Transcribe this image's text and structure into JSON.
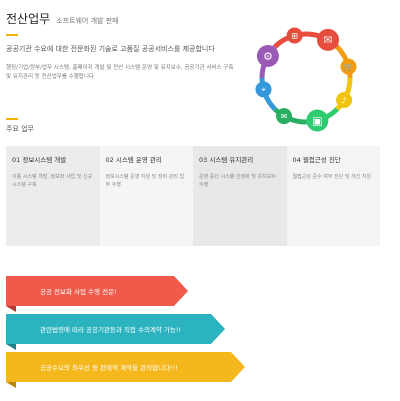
{
  "header": {
    "title": "전산업무",
    "subtitle": "소프트웨어 개발 판매"
  },
  "lead": "공공기관 수요에 대한 전문화된 기술로 고품질 공공서비스를 제공합니다",
  "description": "행정/기업/정부/업무 시스템, 홈페이지 개발 및 전산 시스템 운영 및 유지보수, 공공기관 서비스 구축 및 유지관리 등 전산업무를 수행합니다",
  "section_title": "주요 업무",
  "cards": [
    {
      "title": "01 정보시스템 개발",
      "body": "각종 시스템 개발, 정보화 사업 및 신규 시스템 구축"
    },
    {
      "title": "02 시스템 운영 관리",
      "body": "정보시스템 운영 지원 및 장비 관리 업무 수행"
    },
    {
      "title": "03 시스템 유지관리",
      "body": "운영 중인 시스템 안정화 및 유지보수 수행"
    },
    {
      "title": "04 웹접근성 진단",
      "body": "웹접근성 준수 여부 진단 및 개선 지원"
    }
  ],
  "ribbons": [
    {
      "label": "공공 전보화 사업 수행 전문!",
      "color": "#ef5a4a",
      "dark": "#b23a2e"
    },
    {
      "label": "관련법령에 따라 공공기관등과 직접 수의계약 가능!!",
      "color": "#2bb3c0",
      "dark": "#1c7f89"
    },
    {
      "label": "공공수요의 최우선 등 판매적 계약을 관리합니다!!!",
      "color": "#f5b81c",
      "dark": "#b8860b"
    }
  ],
  "ring": {
    "colors": [
      "#e84c3d",
      "#f39c12",
      "#f1c40f",
      "#2ecc71",
      "#27ae60",
      "#3498db",
      "#9b59b6",
      "#e84c3d"
    ],
    "icons": [
      {
        "name": "chat-icon",
        "glyph": "✉"
      },
      {
        "name": "shopping-icon",
        "glyph": "🛒"
      },
      {
        "name": "music-icon",
        "glyph": "♪"
      },
      {
        "name": "photo-icon",
        "glyph": "▣"
      },
      {
        "name": "mail-icon",
        "glyph": "✉"
      },
      {
        "name": "location-icon",
        "glyph": "⌖"
      },
      {
        "name": "settings-icon",
        "glyph": "⚙"
      },
      {
        "name": "cart-icon",
        "glyph": "⊞"
      }
    ]
  }
}
